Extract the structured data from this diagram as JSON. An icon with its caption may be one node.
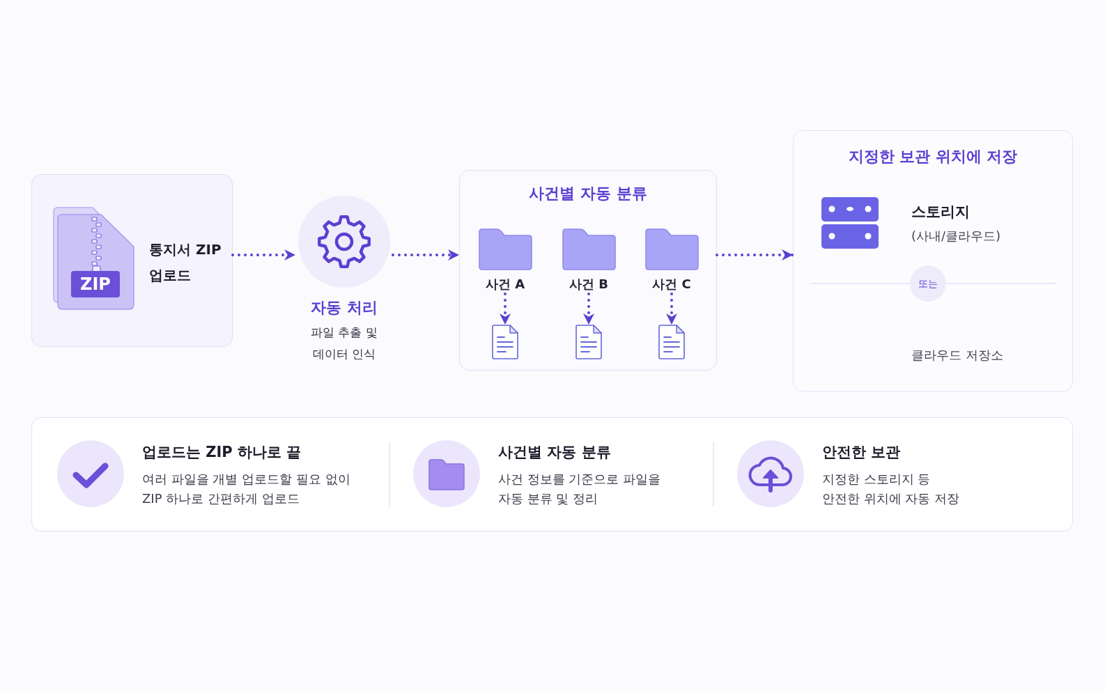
{
  "diagram": {
    "nodes": [
      {
        "text": [
          "통지서 ZIP 업로드"
        ]
      },
      {
        "text": [
          "ZIP"
        ],
        "in": 0
      },
      {
        "text": [
          "자동 처리",
          "파일 추출 및 데이터 인식"
        ]
      },
      {
        "text": [
          "사건별 자동 분류"
        ]
      },
      {
        "text": [
          "사건 A"
        ],
        "in": 3
      },
      {
        "text": [
          "사건 B"
        ],
        "in": 3
      },
      {
        "text": [
          "사건 C"
        ],
        "in": 3
      },
      {
        "text": [],
        "shape": "document",
        "in": 3
      },
      {
        "text": [],
        "shape": "document",
        "in": 3
      },
      {
        "text": [],
        "shape": "document",
        "in": 3
      },
      {
        "text": [
          "지정한 보관 위치에 저장",
          "스토리지",
          "(사내/클라우드)",
          "클라우드 저장소"
        ]
      },
      {
        "text": [
          "또는"
        ],
        "in": 10
      },
      {
        "text": [
          "업로드는 ZIP 하나로 끝",
          "여러 파일을 개별 업로드할 필요 없이 ZIP 하나로 간편하게 업로드",
          "사건별 자동 분류",
          "사건 정보를 기준으로 파일을 자동 분류 및 정리",
          "안전한 보관",
          "지정한 스토리지 등 안전한 위치에 자동 저장"
        ]
      }
    ],
    "edges": [
      {
        "from": 0,
        "to": 2,
        "arrow": "to",
        "style": "dashed"
      },
      {
        "from": 2,
        "to": 3,
        "arrow": "to",
        "style": "dashed"
      },
      {
        "from": 3,
        "to": 10,
        "arrow": "to",
        "style": "dashed"
      },
      {
        "from": 4,
        "to": 7,
        "arrow": "to",
        "style": "dashed"
      },
      {
        "from": 5,
        "to": 8,
        "arrow": "to",
        "style": "dashed"
      },
      {
        "from": 6,
        "to": 9,
        "arrow": "to",
        "style": "dashed"
      }
    ]
  }
}
